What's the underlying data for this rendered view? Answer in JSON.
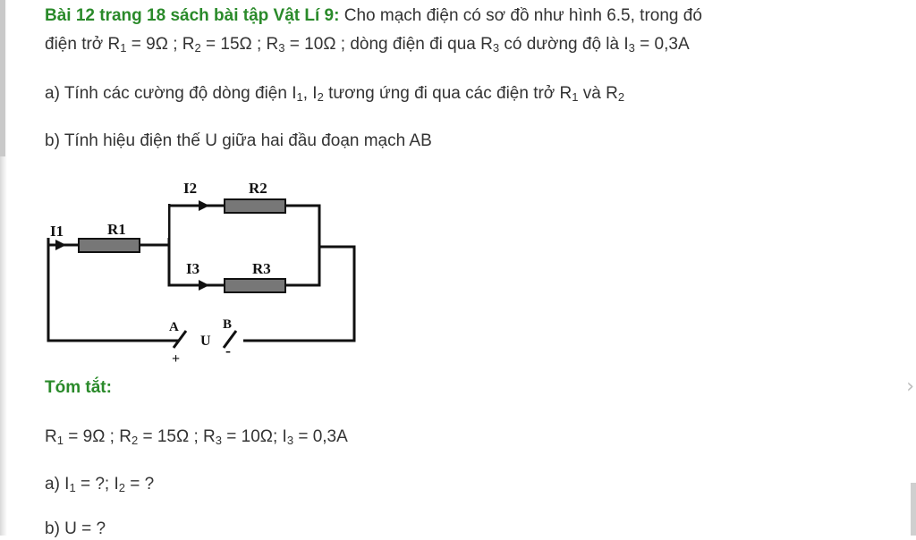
{
  "problem": {
    "title_bold": "Bài 12 trang 18 sách bài tập Vật Lí 9:",
    "title_rest": " Cho mạch điện có sơ đồ như hình 6.5, trong đó",
    "line2_intro": "điện trở R",
    "r1_value": " = 9Ω ; R",
    "r2_value": " = 15Ω ; R",
    "r3_value": " = 10Ω ; dòng điện đi qua R",
    "i3_text": " có dường độ là I",
    "i3_value": " = 0,3A",
    "sub1": "1",
    "sub2": "2",
    "sub3": "3"
  },
  "question_a": {
    "prefix": "a) Tính các cường độ dòng điện I",
    "mid": ", I",
    "rest": " tương ứng đi qua các điện trở R",
    "and": " và R",
    "sub1": "1",
    "sub2": "2"
  },
  "question_b": {
    "text": "b) Tính hiệu điện thế U giữa hai đầu đoạn mạch AB"
  },
  "circuit": {
    "label_i1": "I1",
    "label_r1": "R1",
    "label_i2": "I2",
    "label_r2": "R2",
    "label_i3": "I3",
    "label_r3": "R3",
    "label_a": "A",
    "label_b": "B",
    "label_u": "U",
    "label_plus": "+",
    "label_minus": "-"
  },
  "summary": {
    "heading": "Tóm tắt:",
    "given_r1": "R",
    "given_r1_val": " = 9Ω ; R",
    "given_r2_val": " = 15Ω ; R",
    "given_r3_val": " = 10Ω; I",
    "given_i3_val": " = 0,3A",
    "ans_a_prefix": "a) I",
    "ans_a_mid": " = ?; I",
    "ans_a_end": " = ?",
    "ans_b": "b) U = ?",
    "sub1": "1",
    "sub2": "2",
    "sub3": "3"
  },
  "icons": {
    "next_arrow": "chevron-right-icon"
  },
  "colors": {
    "accent_green": "#2a8a2a",
    "text": "#333333"
  }
}
